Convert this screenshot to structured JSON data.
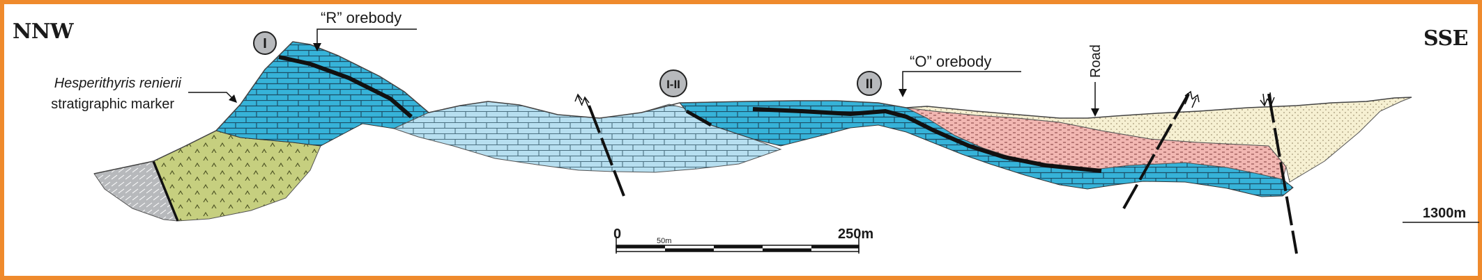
{
  "colors": {
    "frame": "#ef8a2c",
    "limestone_dark": "#36b3d9",
    "limestone_light": "#b7dff0",
    "shale_green": "#c6cf7f",
    "basement_grey": "#b7b9bc",
    "red_unit": "#f2b7b2",
    "sand_unit": "#f6f0d2",
    "orebody": "#111111",
    "marker_circle": "#b7b9bc"
  },
  "orientation": {
    "left": "NNW",
    "right": "SSE"
  },
  "markers": [
    {
      "id": "m1",
      "label": "I"
    },
    {
      "id": "m2",
      "label": "I-II"
    },
    {
      "id": "m3",
      "label": "II"
    }
  ],
  "labels": {
    "r_orebody": "“R” orebody",
    "o_orebody": "“O” orebody",
    "marker_species": "Hesperithyris renierii",
    "marker_desc": "stratigraphic marker",
    "road": "Road",
    "elevation": "1300m"
  },
  "scale": {
    "start": "0",
    "mid": "50m",
    "end": "250m"
  },
  "icons": {
    "fault_arrow": "fault-movement-arrow-icon",
    "callout": "pointer-arrow-icon"
  }
}
